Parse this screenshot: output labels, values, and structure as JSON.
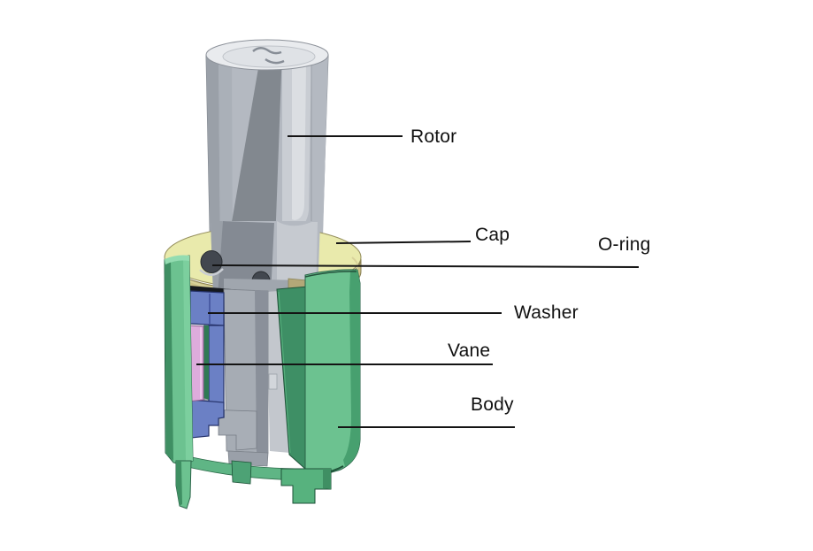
{
  "diagram": {
    "type": "cutaway-3d-assembly",
    "background": "#ffffff",
    "parts": [
      {
        "name": "Rotor",
        "color": "#b4b9c1"
      },
      {
        "name": "Cap",
        "color": "#e9eaac"
      },
      {
        "name": "O-ring",
        "color": "#42474f"
      },
      {
        "name": "Washer",
        "color": "#6b80c5"
      },
      {
        "name": "Vane",
        "color": "#ddacdc"
      },
      {
        "name": "Body",
        "color": "#6cc290"
      }
    ],
    "leader_line_color": "#141414",
    "label_color": "#111111"
  }
}
